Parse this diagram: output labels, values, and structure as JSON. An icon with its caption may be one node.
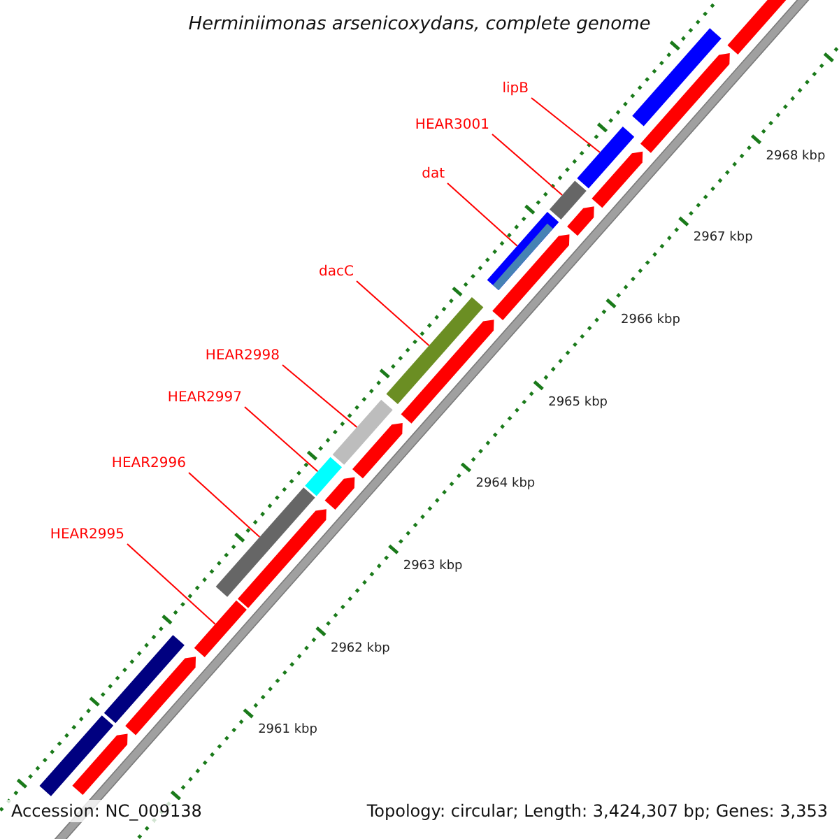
{
  "diagram": {
    "title": "Herminiimonas arsenicoxydans, complete genome",
    "nodes": [
      {
        "text": [
          "lipB"
        ]
      },
      {
        "text": [
          "HEAR3001"
        ]
      },
      {
        "text": [
          "dat"
        ]
      },
      {
        "text": [
          "dacC"
        ]
      },
      {
        "text": [
          "HEAR2998"
        ]
      },
      {
        "text": [
          "HEAR2997"
        ]
      },
      {
        "text": [
          "HEAR2996"
        ]
      },
      {
        "text": [
          "HEAR2995"
        ]
      },
      {
        "text": [],
        "shape": "bar"
      },
      {
        "text": [],
        "shape": "bar"
      },
      {
        "text": [],
        "shape": "bar"
      },
      {
        "text": [],
        "shape": "bar"
      },
      {
        "text": [],
        "shape": "bar"
      },
      {
        "text": [],
        "shape": "bar"
      },
      {
        "text": [],
        "shape": "bar"
      },
      {
        "text": [],
        "shape": "bar"
      },
      {
        "text": [],
        "shape": "bar"
      },
      {
        "text": [],
        "shape": "bar"
      },
      {
        "text": [],
        "shape": "bar"
      },
      {
        "text": [],
        "shape": "bar"
      },
      {
        "text": [],
        "shape": "bar"
      },
      {
        "text": [],
        "shape": "bar"
      },
      {
        "text": [],
        "shape": "bar"
      },
      {
        "text": [],
        "shape": "bar"
      },
      {
        "text": [],
        "shape": "bar"
      },
      {
        "text": [],
        "shape": "bar"
      },
      {
        "text": [],
        "shape": "bar"
      },
      {
        "text": [],
        "shape": "bar"
      },
      {
        "text": [],
        "shape": "bar"
      },
      {
        "text": [],
        "shape": "bar"
      }
    ],
    "edges": [
      {
        "from": 0,
        "to": 8,
        "arrow": "none"
      },
      {
        "from": 1,
        "to": 9,
        "arrow": "none"
      },
      {
        "from": 2,
        "to": 10,
        "arrow": "none"
      },
      {
        "from": 3,
        "to": 11,
        "arrow": "none"
      },
      {
        "from": 4,
        "to": 12,
        "arrow": "none"
      },
      {
        "from": 5,
        "to": 13,
        "arrow": "none"
      },
      {
        "from": 6,
        "to": 14,
        "arrow": "none"
      },
      {
        "from": 7,
        "to": 15,
        "arrow": "none"
      }
    ],
    "labels": [
      "2968 kbp",
      "2967 kbp",
      "2966 kbp",
      "2965 kbp",
      "2964 kbp",
      "2963 kbp",
      "2962 kbp",
      "2961 kbp",
      "Accession: NC_009138",
      "Topology: circular; Length: 3,424,307 bp; Genes: 3,353"
    ]
  }
}
